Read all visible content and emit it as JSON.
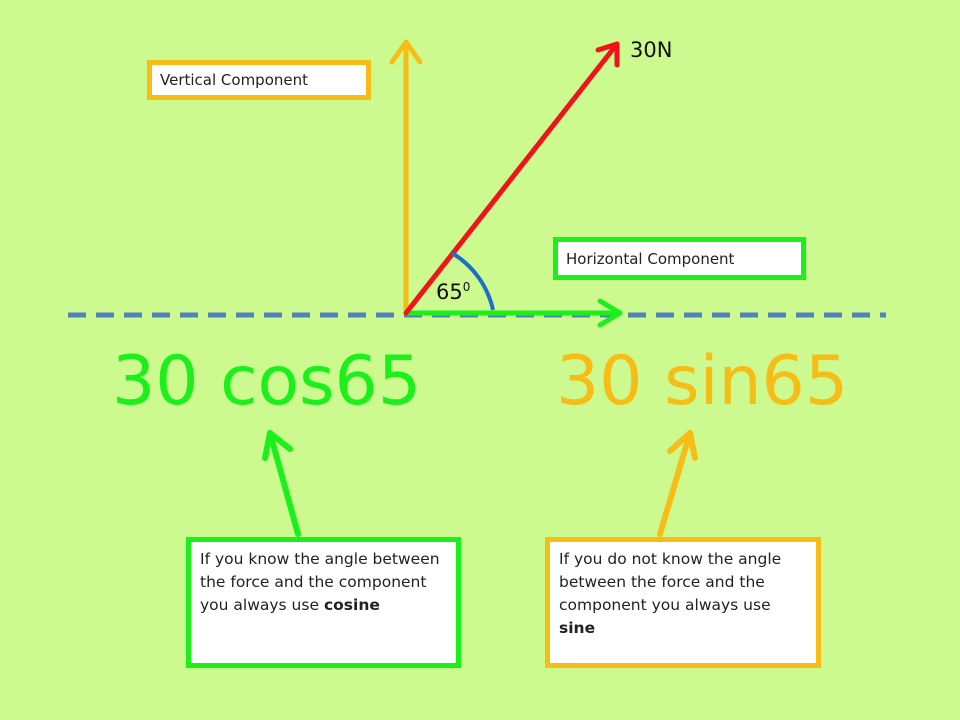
{
  "diagram": {
    "force_label": "30N",
    "angle_value": "65",
    "angle_unit": "0",
    "vertical_label": "Vertical Component",
    "horizontal_label": "Horizontal Component",
    "formula_cos": "30 cos65",
    "formula_sin": "30 sin65",
    "cos_note": {
      "text": "If you know the angle between the force and the component you always use ",
      "keyword": "cosine"
    },
    "sin_note": {
      "text": "If you do not know the angle between the force and the component you always use ",
      "keyword": "sine"
    }
  },
  "colors": {
    "background": "#ccfa8f",
    "force_arrow": "#f0141a",
    "vertical_arrow": "#f7bd17",
    "horizontal_arrow": "#1cf01c",
    "dashed_axis": "#4f81bd",
    "angle_arc": "#1f6fc7"
  }
}
